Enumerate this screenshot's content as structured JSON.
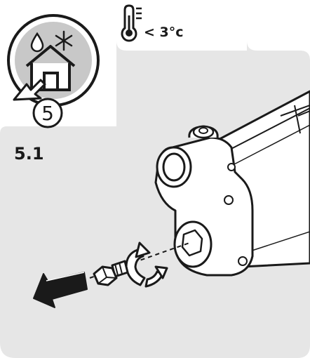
{
  "step_number": "5",
  "step_label": "5.1",
  "temperature_note": "< 3°c",
  "icons": {
    "badge": "house-frost-icon",
    "thermometer": "thermometer-icon",
    "drop": "water-drop-icon",
    "snowflake": "snowflake-icon",
    "pump": "pump-body-illustration",
    "plug": "drain-plug-icon",
    "rotate": "counterclockwise-rotation-icon",
    "arrow": "remove-direction-arrow-icon"
  },
  "colors": {
    "panel": "#e6e6e6",
    "badge_circle": "#c8c8c8",
    "line": "#1a1a1a",
    "white": "#ffffff"
  }
}
